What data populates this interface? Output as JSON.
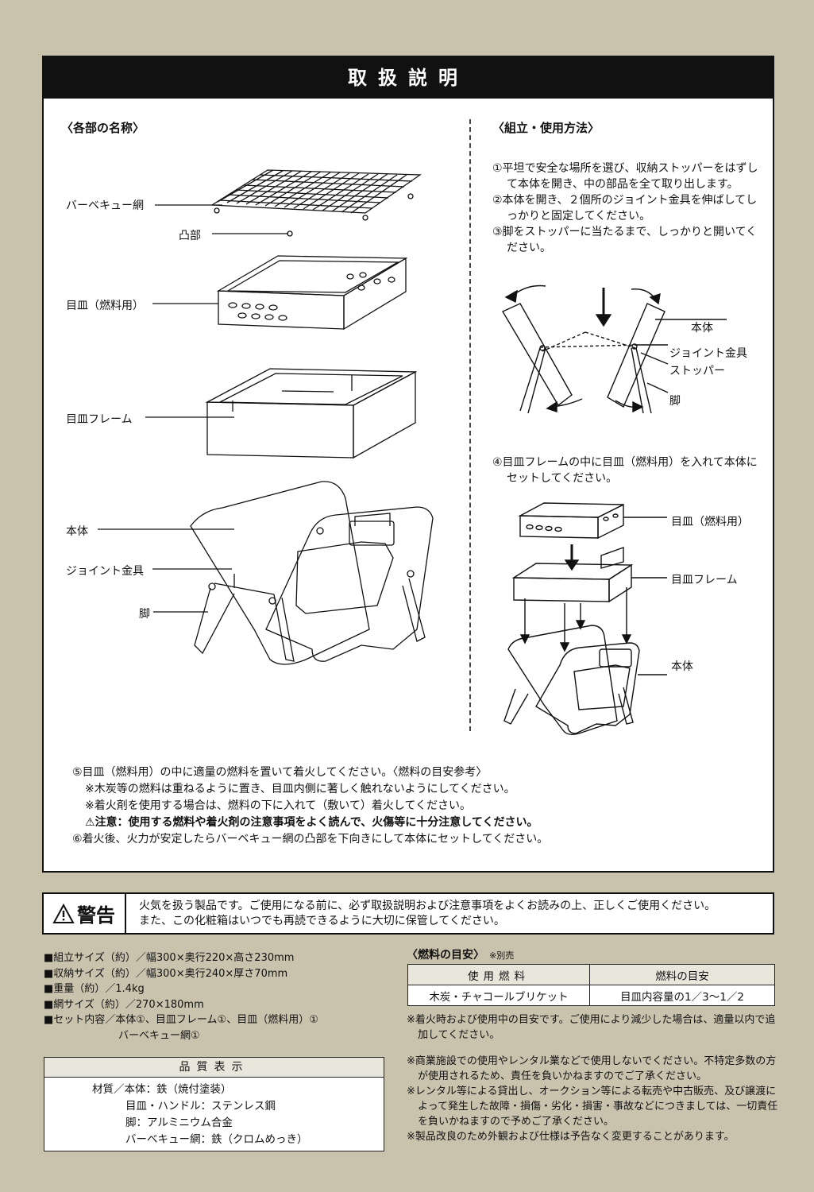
{
  "title": "取扱説明",
  "left": {
    "heading": "〈各部の名称〉",
    "labels": {
      "net": "バーベキュー網",
      "bump": "凸部",
      "tray": "目皿（燃料用）",
      "frame": "目皿フレーム",
      "body": "本体",
      "joint": "ジョイント金具",
      "legs": "脚"
    }
  },
  "right": {
    "heading": "〈組立・使用方法〉",
    "steps": [
      "①平坦で安全な場所を選び、収納ストッパーをはずして本体を開き、中の部品を全て取り出します。",
      "②本体を開き、２個所のジョイント金具を伸ばしてしっかりと固定してください。",
      "③脚をストッパーに当たるまで、しっかりと開いてください。"
    ],
    "diagram1_labels": {
      "body": "本体",
      "joint": "ジョイント金具",
      "stopper": "ストッパー",
      "legs": "脚"
    },
    "step4": "④目皿フレームの中に目皿（燃料用）を入れて本体にセットしてください。",
    "diagram2_labels": {
      "tray": "目皿（燃料用）",
      "frame": "目皿フレーム",
      "body": "本体"
    }
  },
  "notes": {
    "step5": "⑤目皿（燃料用）の中に適量の燃料を置いて着火してください。〈燃料の目安参考〉",
    "note1": "※木炭等の燃料は重ねるように置き、目皿内側に著しく触れないようにしてください。",
    "note2": "※着火剤を使用する場合は、燃料の下に入れて（敷いて）着火してください。",
    "caution": "注意：使用する燃料や着火剤の注意事項をよく読んで、火傷等に十分注意してください。",
    "step6": "⑥着火後、火力が安定したらバーベキュー網の凸部を下向きにして本体にセットしてください。"
  },
  "warning": {
    "label": "警告",
    "line1": "火気を扱う製品です。ご使用になる前に、必ず取扱説明および注意事項をよくお読みの上、正しくご使用ください。",
    "line2": "また、この化粧箱はいつでも再読できるように大切に保管してください。"
  },
  "specs": [
    "■組立サイズ（約）／幅300×奥行220×高さ230mm",
    "■収納サイズ（約）／幅300×奥行240×厚さ70mm",
    "■重量（約）／1.4kg",
    "■網サイズ（約）／270×180mm",
    "■セット内容／本体①、目皿フレーム①、目皿（燃料用）①",
    "バーベキュー網①"
  ],
  "quality": {
    "heading": "品質表示",
    "lines": [
      "材質／本体：鉄（焼付塗装）",
      "目皿・ハンドル：ステンレス鋼",
      "脚：アルミニウム合金",
      "バーベキュー網：鉄（クロムめっき）"
    ]
  },
  "fuel": {
    "title": "〈燃料の目安〉",
    "note": "※別売",
    "headers": [
      "使用燃料",
      "燃料の目安"
    ],
    "row": [
      "木炭・チャコールブリケット",
      "目皿内容量の1／3～1／2"
    ]
  },
  "fine_print": [
    "※着火時および使用中の目安です。ご使用により減少した場合は、適量以内で追加してください。",
    "※商業施設での使用やレンタル業などで使用しないでください。不特定多数の方が使用されるため、責任を負いかねますのでご了承ください。",
    "※レンタル等による貸出し、オークション等による転売や中古販売、及び譲渡によって発生した故障・損傷・劣化・損害・事故などにつきましては、一切責任を負いかねますので予めご了承ください。",
    "※製品改良のため外観および仕様は予告なく変更することがあります。"
  ]
}
